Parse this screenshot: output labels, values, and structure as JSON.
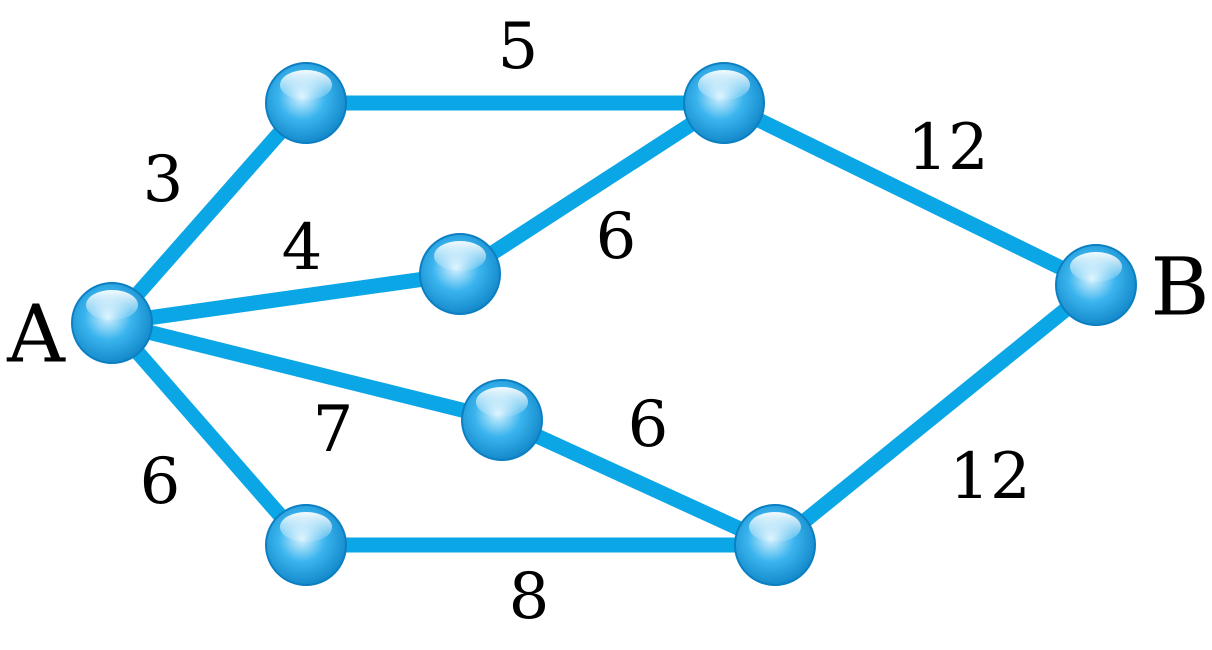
{
  "graph": {
    "colors": {
      "edge": "#0aa6e6",
      "node_light": "#d8f2ff",
      "node_mid": "#3ab4ee",
      "node_dark": "#0b7fc2",
      "label": "#000000"
    },
    "nodes": [
      {
        "id": "A",
        "label": "A"
      },
      {
        "id": "n1",
        "label": ""
      },
      {
        "id": "n2",
        "label": ""
      },
      {
        "id": "n3",
        "label": ""
      },
      {
        "id": "n4",
        "label": ""
      },
      {
        "id": "n5",
        "label": ""
      },
      {
        "id": "n6",
        "label": ""
      },
      {
        "id": "B",
        "label": "B"
      }
    ],
    "edges": [
      {
        "from": "A",
        "to": "n1",
        "weight": "3"
      },
      {
        "from": "n1",
        "to": "n2",
        "weight": "5"
      },
      {
        "from": "n2",
        "to": "B",
        "weight": "12"
      },
      {
        "from": "A",
        "to": "n3",
        "weight": "4"
      },
      {
        "from": "n3",
        "to": "n2",
        "weight": "6"
      },
      {
        "from": "A",
        "to": "n4",
        "weight": "7"
      },
      {
        "from": "n4",
        "to": "n6",
        "weight": "6"
      },
      {
        "from": "A",
        "to": "n5",
        "weight": "6"
      },
      {
        "from": "n5",
        "to": "n6",
        "weight": "8"
      },
      {
        "from": "n6",
        "to": "B",
        "weight": "12"
      }
    ]
  }
}
